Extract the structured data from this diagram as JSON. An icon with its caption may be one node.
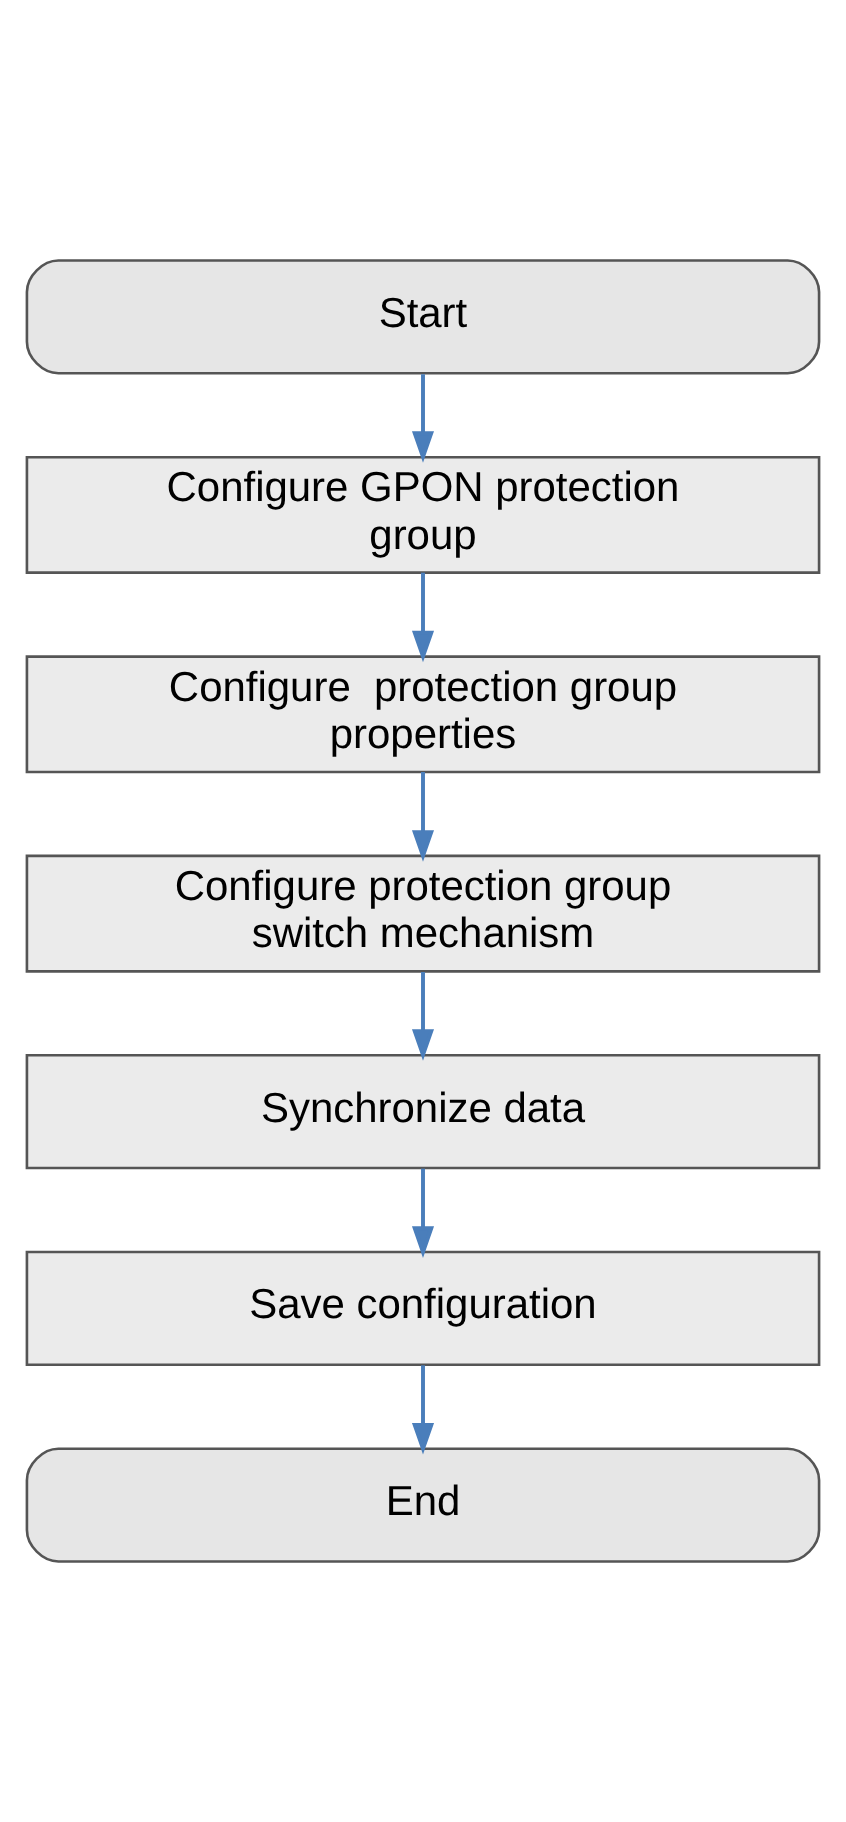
{
  "diagram": {
    "nodes": [
      {
        "text": [
          "Start"
        ]
      },
      {
        "text": [
          "Configure GPON protection group"
        ]
      },
      {
        "text": [
          "Configure  protection group properties"
        ]
      },
      {
        "text": [
          "Configure protection group switch mechanism"
        ]
      },
      {
        "text": [
          "Synchronize data"
        ]
      },
      {
        "text": [
          "Save configuration"
        ]
      },
      {
        "text": [
          "End"
        ]
      }
    ],
    "edges": [
      {
        "from": 0,
        "to": 1,
        "arrow": "to"
      },
      {
        "from": 1,
        "to": 2,
        "arrow": "to"
      },
      {
        "from": 2,
        "to": 3,
        "arrow": "to"
      },
      {
        "from": 3,
        "to": 4,
        "arrow": "to"
      },
      {
        "from": 4,
        "to": 5,
        "arrow": "to"
      },
      {
        "from": 5,
        "to": 6,
        "arrow": "to"
      }
    ]
  }
}
